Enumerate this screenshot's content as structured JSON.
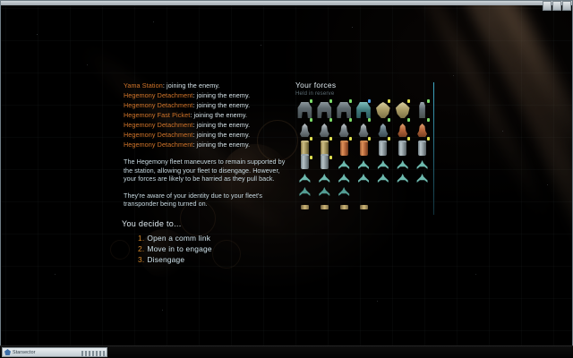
{
  "window": {
    "controls": [
      "minimize-button",
      "maximize-button",
      "close-button"
    ]
  },
  "dialog": {
    "messages": [
      {
        "who": "Yama Station",
        "text": ": joining the enemy."
      },
      {
        "who": "Hegemony Detachment",
        "text": ": joining the enemy."
      },
      {
        "who": "Hegemony Detachment",
        "text": ": joining the enemy."
      },
      {
        "who": "Hegemony Fast Picket",
        "text": ": joining the enemy."
      },
      {
        "who": "Hegemony Detachment",
        "text": ": joining the enemy."
      },
      {
        "who": "Hegemony Detachment",
        "text": ": joining the enemy."
      },
      {
        "who": "Hegemony Detachment",
        "text": ": joining the enemy."
      }
    ],
    "paragraphs": [
      "The Hegemony fleet maneuvers to remain supported by the station, allowing your fleet to disengage. However, your forces are likely to be harried as they pull back.",
      "They're aware of your identity due to your fleet's transponder being turned on."
    ],
    "decide_title": "You decide to...",
    "options": [
      {
        "num": "1.",
        "label": "Open a comm link"
      },
      {
        "num": "2.",
        "label": "Move in to engage"
      },
      {
        "num": "3.",
        "label": "Disengage"
      }
    ]
  },
  "forces": {
    "title": "Your forces",
    "subtitle": "Held in reserve",
    "rows": [
      [
        {
          "kind": "cap",
          "variant": "",
          "pip": "green"
        },
        {
          "kind": "cap",
          "variant": "",
          "pip": "green"
        },
        {
          "kind": "cap",
          "variant": "",
          "pip": "green"
        },
        {
          "kind": "cap",
          "variant": "teal",
          "pip": "blue"
        },
        {
          "kind": "cap",
          "variant": "gold",
          "pip": "yellow"
        },
        {
          "kind": "cap",
          "variant": "gold",
          "pip": "yellow"
        },
        {
          "kind": "cap",
          "variant": "slim",
          "pip": "green"
        }
      ],
      [
        {
          "kind": "des",
          "variant": "",
          "pip": "green"
        },
        {
          "kind": "des",
          "variant": "",
          "pip": "green"
        },
        {
          "kind": "des",
          "variant": "",
          "pip": "green"
        },
        {
          "kind": "des",
          "variant": "",
          "pip": "green"
        },
        {
          "kind": "des",
          "variant": "bluegrey",
          "pip": "green"
        },
        {
          "kind": "des",
          "variant": "copper",
          "pip": "green"
        },
        {
          "kind": "des",
          "variant": "copper",
          "pip": "green"
        }
      ],
      [
        {
          "kind": "tube",
          "variant": "gold2",
          "pip": "yellow"
        },
        {
          "kind": "tube",
          "variant": "gold2",
          "pip": "yellow"
        },
        {
          "kind": "tube",
          "variant": "rust",
          "pip": "yellow"
        },
        {
          "kind": "tube",
          "variant": "rust",
          "pip": "yellow"
        },
        {
          "kind": "tube",
          "variant": "",
          "pip": "yellow"
        },
        {
          "kind": "tube",
          "variant": "",
          "pip": "yellow"
        },
        {
          "kind": "tube",
          "variant": "",
          "pip": "yellow"
        }
      ],
      [
        {
          "kind": "tube",
          "variant": "",
          "pip": "yellow"
        },
        {
          "kind": "tube",
          "variant": "",
          "pip": "yellow"
        },
        {
          "kind": "frig",
          "variant": "",
          "pip": ""
        },
        {
          "kind": "frig",
          "variant": "",
          "pip": ""
        },
        {
          "kind": "frig",
          "variant": "",
          "pip": ""
        },
        {
          "kind": "frig",
          "variant": "",
          "pip": ""
        },
        {
          "kind": "frig",
          "variant": "",
          "pip": ""
        }
      ],
      [
        {
          "kind": "frig",
          "variant": "",
          "pip": ""
        },
        {
          "kind": "frig",
          "variant": "",
          "pip": ""
        },
        {
          "kind": "frig",
          "variant": "",
          "pip": ""
        },
        {
          "kind": "frig",
          "variant": "",
          "pip": ""
        },
        {
          "kind": "frig",
          "variant": "",
          "pip": ""
        },
        {
          "kind": "frig",
          "variant": "",
          "pip": ""
        },
        {
          "kind": "frig",
          "variant": "",
          "pip": ""
        }
      ],
      [
        {
          "kind": "frig",
          "variant": "dim",
          "pip": ""
        },
        {
          "kind": "frig",
          "variant": "dim",
          "pip": ""
        },
        {
          "kind": "frig",
          "variant": "dim",
          "pip": ""
        },
        {
          "kind": "none",
          "variant": "",
          "pip": ""
        },
        {
          "kind": "none",
          "variant": "",
          "pip": ""
        },
        {
          "kind": "none",
          "variant": "",
          "pip": ""
        },
        {
          "kind": "none",
          "variant": "",
          "pip": ""
        }
      ],
      [
        {
          "kind": "sliver",
          "variant": "",
          "pip": ""
        },
        {
          "kind": "sliver",
          "variant": "",
          "pip": ""
        },
        {
          "kind": "sliver",
          "variant": "",
          "pip": ""
        },
        {
          "kind": "sliver",
          "variant": "",
          "pip": ""
        },
        {
          "kind": "none",
          "variant": "",
          "pip": ""
        },
        {
          "kind": "none",
          "variant": "",
          "pip": ""
        },
        {
          "kind": "none",
          "variant": "",
          "pip": ""
        }
      ]
    ]
  },
  "taskbar": {
    "window_label": "Starsector"
  },
  "colors": {
    "faction_orange": "#d4762a",
    "option_number": "#d98a2b",
    "body_text": "#c9dbe3",
    "heading": "#dfeaf0",
    "divider_cyan": "#3fa8c4",
    "background": "#010101"
  }
}
